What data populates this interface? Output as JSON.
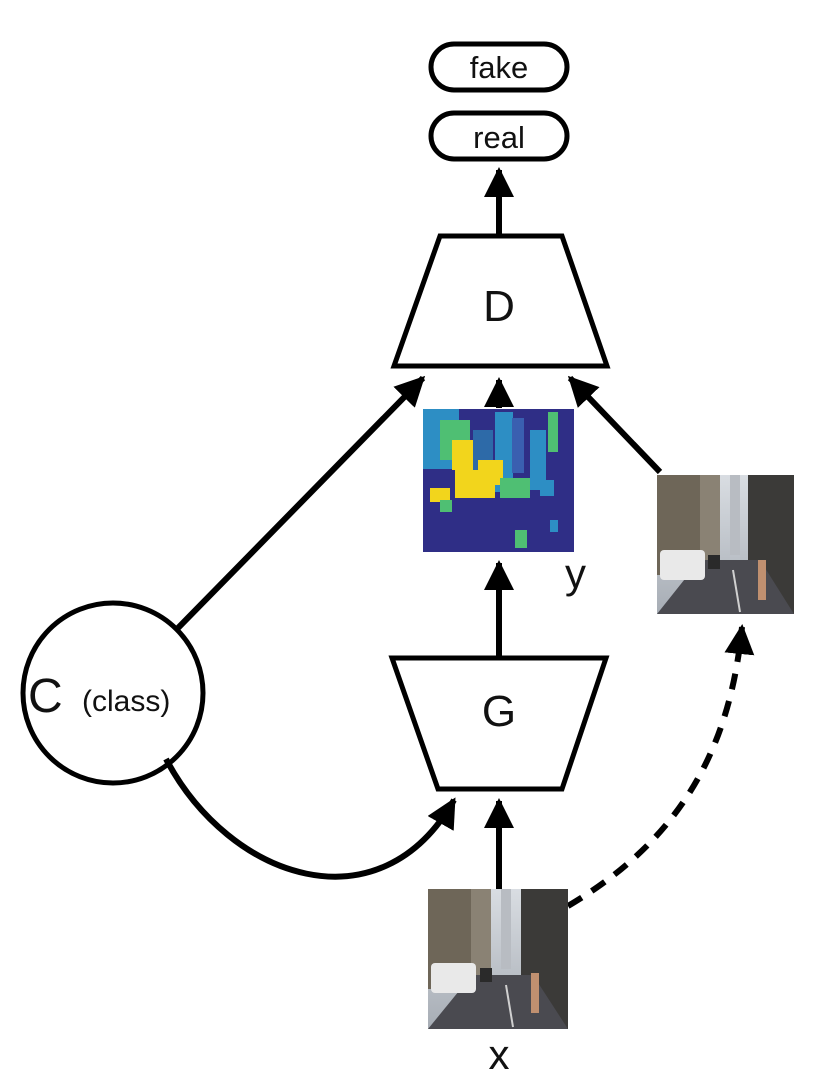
{
  "outputs": {
    "fake": "fake",
    "real": "real"
  },
  "discriminator": {
    "label": "D"
  },
  "generator": {
    "label": "G"
  },
  "condition": {
    "symbol": "C",
    "note": "(class)"
  },
  "images": {
    "y_label": "y",
    "x_label": "x",
    "y_style": "heatmap (viridis-like)",
    "x_style": "photo street scene",
    "target_style": "photo street scene"
  },
  "colors": {
    "stroke": "#000000",
    "heat_bg": "#2f2e86",
    "heat_mid": "#2d8ec4",
    "heat_hot": "#f2d51c",
    "heat_green": "#4fbf73"
  }
}
